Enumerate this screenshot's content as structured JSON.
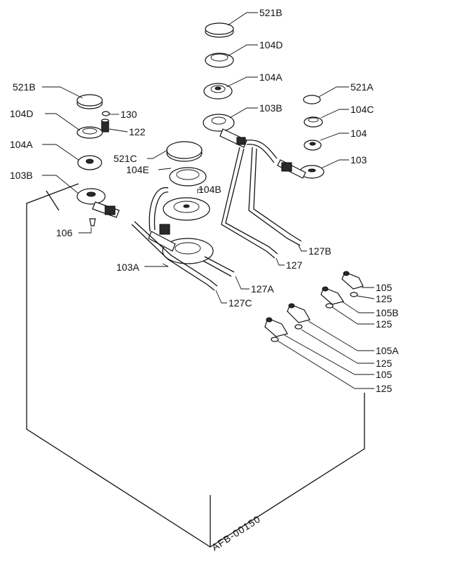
{
  "labels": {
    "l521b_top": "521B",
    "l104d_top": "104D",
    "l104a_top": "104A",
    "l103b_mid": "103B",
    "l521a": "521A",
    "l104c": "104C",
    "l104": "104",
    "l103": "103",
    "l521b_left": "521B",
    "l130": "130",
    "l104d_left": "104D",
    "l122": "122",
    "l104a_left": "104A",
    "l103b_left": "103B",
    "l521c": "521C",
    "l104e": "104E",
    "l104b": "104B",
    "l106": "106",
    "l127b": "127B",
    "l127": "127",
    "l103a": "103A",
    "l127a": "127A",
    "l127c": "127C",
    "l105_top": "105",
    "l125_1": "125",
    "l105b": "105B",
    "l125_2": "125",
    "l105a": "105A",
    "l125_3": "125",
    "l105_low": "105",
    "l125_4": "125"
  },
  "drawing_code": "AFB-00150"
}
